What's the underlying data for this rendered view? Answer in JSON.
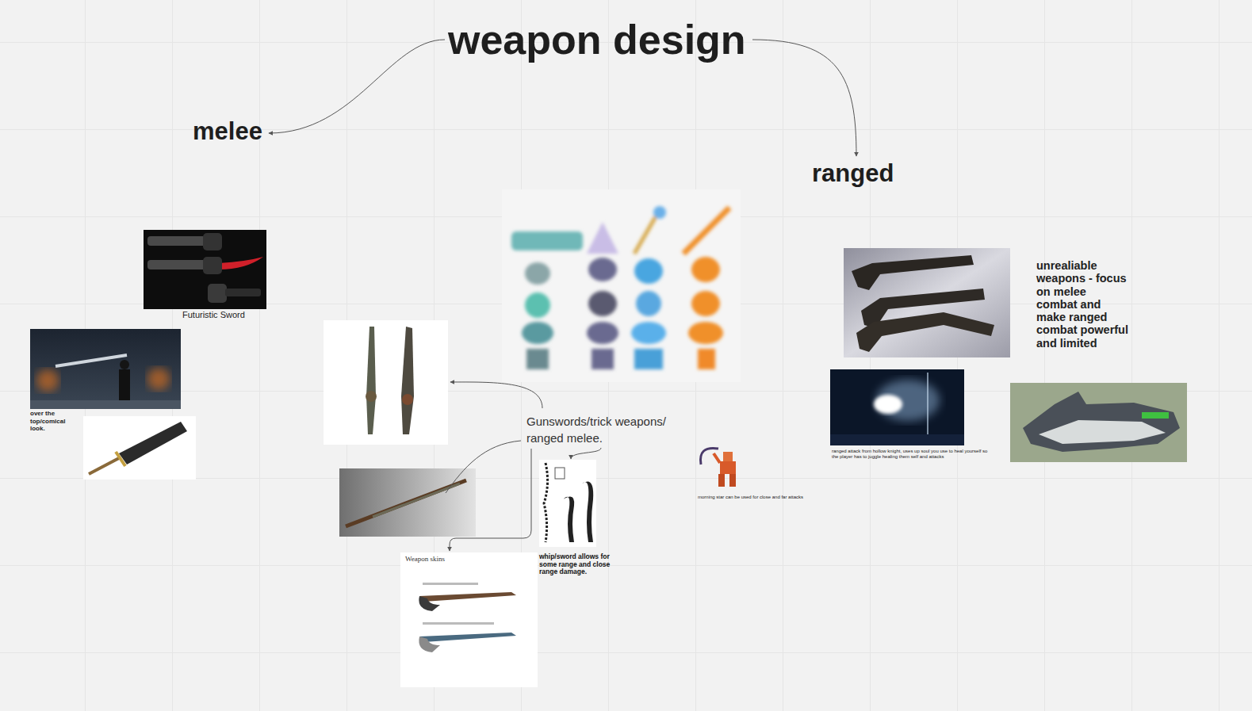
{
  "diagram": {
    "nodes": [
      {
        "text": [
          "weapon design"
        ]
      },
      {
        "text": [
          "melee"
        ]
      },
      {
        "text": [
          "ranged"
        ]
      },
      {
        "text": [
          "Gunswords/trick weapons/ ranged melee."
        ]
      },
      {
        "text": [
          "Weapon skins"
        ]
      },
      {
        "text": [
          "whip/sword allows for some range and close range damage."
        ]
      }
    ],
    "edges": [
      {
        "from": 0,
        "to": 1,
        "arrow": "to"
      },
      {
        "from": 0,
        "to": 2,
        "arrow": "to"
      },
      {
        "from": 3,
        "to": 4,
        "arrow": "to"
      },
      {
        "from": 3,
        "to": 5,
        "arrow": "to"
      }
    ],
    "labels": [
      "Futuristic Sword",
      "over the top/comical look.",
      "morning star can be used for close and far attacks",
      "unrealiable weapons - focus on melee combat and make ranged combat powerful and limited",
      "ranged attack from hollow knight, uses up soul you use to heal yourself so the player has to juggle healing them self  and attacks"
    ]
  }
}
